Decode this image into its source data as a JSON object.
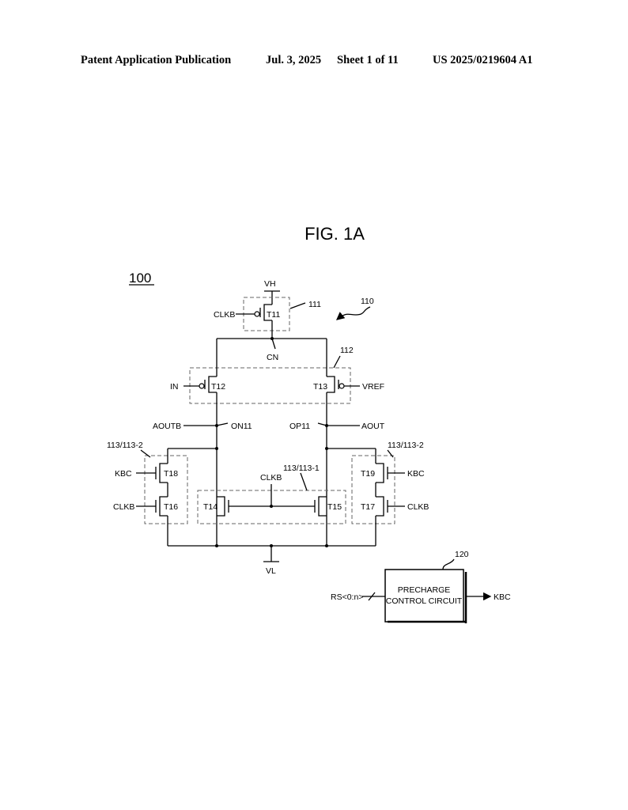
{
  "header": {
    "publication": "Patent Application Publication",
    "date": "Jul. 3, 2025",
    "sheet": "Sheet 1 of 11",
    "number": "US 2025/0219604 A1"
  },
  "figure": {
    "title": "FIG. 1A",
    "ref_main": "100",
    "ref_amp": "110",
    "ref_111": "111",
    "ref_112": "112",
    "ref_113_1": "113/113-1",
    "ref_113_2_left": "113/113-2",
    "ref_113_2_right": "113/113-2",
    "ref_120": "120"
  },
  "labels": {
    "vh": "VH",
    "vl": "VL",
    "cn": "CN",
    "clkb_t11": "CLKB",
    "clkb_mid": "CLKB",
    "clkb_left": "CLKB",
    "clkb_right": "CLKB",
    "in": "IN",
    "vref": "VREF",
    "aoutb": "AOUTB",
    "aout": "AOUT",
    "on11": "ON11",
    "op11": "OP11",
    "kbc_left": "KBC",
    "kbc_right": "KBC",
    "kbc_out": "KBC",
    "rs": "RS<0:n>"
  },
  "transistors": {
    "t11": "T11",
    "t12": "T12",
    "t13": "T13",
    "t14": "T14",
    "t15": "T15",
    "t16": "T16",
    "t17": "T17",
    "t18": "T18",
    "t19": "T19"
  },
  "block": {
    "line1": "PRECHARGE",
    "line2": "CONTROL CIRCUIT"
  }
}
